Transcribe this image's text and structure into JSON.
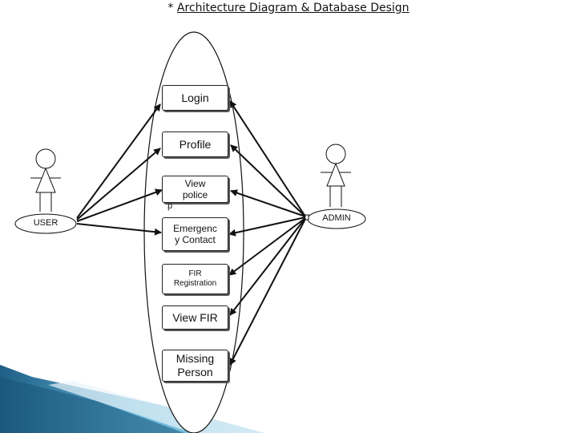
{
  "title": {
    "prefix": "* ",
    "text": "Architecture Diagram & Database Design"
  },
  "use_cases": [
    {
      "id": "login",
      "label": "Login"
    },
    {
      "id": "profile",
      "label": "Profile"
    },
    {
      "id": "view-police",
      "label": "View\npolice"
    },
    {
      "id": "emergency-contact",
      "label": "Emergenc\ny Contact"
    },
    {
      "id": "fir-registration",
      "label": "FIR\nRegistration"
    },
    {
      "id": "view-fir",
      "label": "View FIR"
    },
    {
      "id": "missing-person",
      "label": "Missing\nPerson"
    }
  ],
  "actors": {
    "user": "USER",
    "admin": "ADMIN"
  },
  "stray_label": "p",
  "colors": {
    "line": "#111111",
    "banner_dark": "#1f5f86",
    "banner_light": "#5fb3d6"
  }
}
